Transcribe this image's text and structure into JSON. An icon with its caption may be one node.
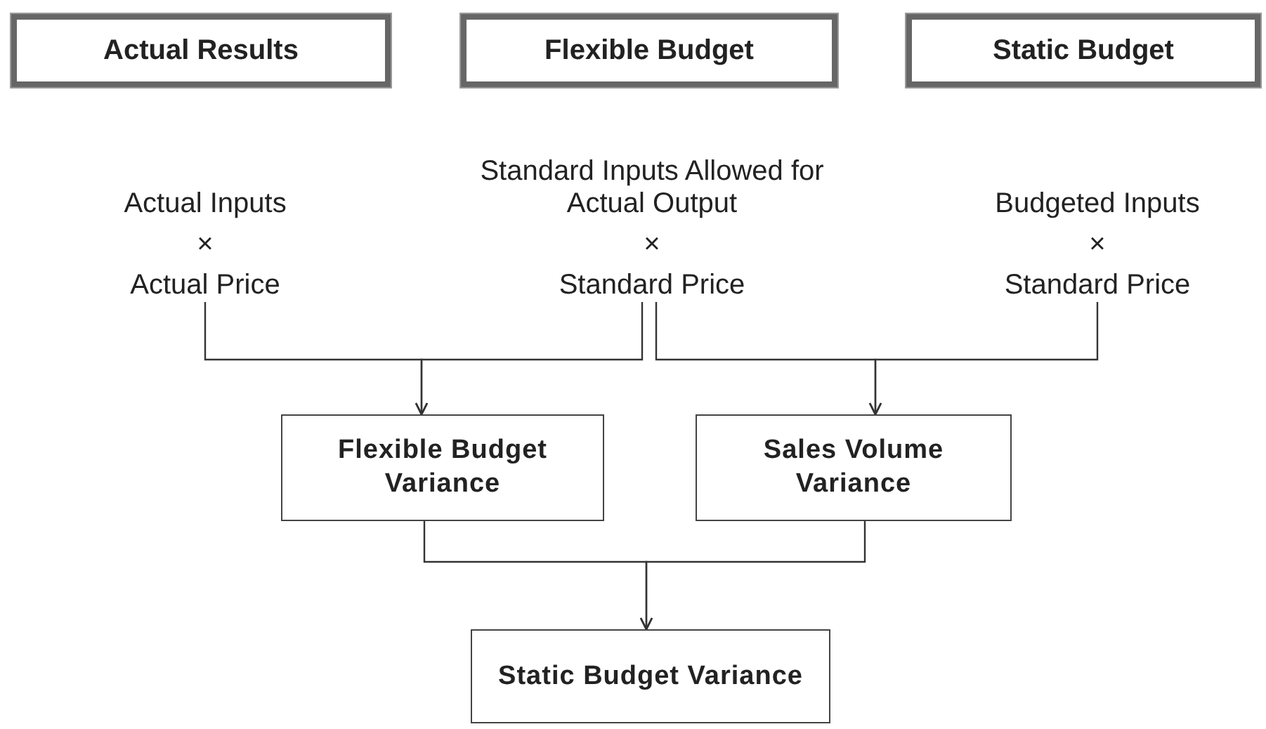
{
  "diagram": {
    "nodes": [
      {
        "text": [
          "Actual Results"
        ]
      },
      {
        "text": [
          "Flexible Budget"
        ]
      },
      {
        "text": [
          "Static Budget"
        ]
      },
      {
        "text": [
          "Actual Inputs",
          "×",
          "Actual Price"
        ]
      },
      {
        "text": [
          "Standard Inputs Allowed for Actual Output",
          "×",
          "Standard Price"
        ]
      },
      {
        "text": [
          "Budgeted Inputs",
          "×",
          "Standard Price"
        ]
      },
      {
        "text": [
          "Flexible Budget Variance"
        ]
      },
      {
        "text": [
          "Sales Volume Variance"
        ]
      },
      {
        "text": [
          "Static Budget Variance"
        ]
      }
    ],
    "edges": [
      {
        "from": 3,
        "to": 6,
        "arrow": "to"
      },
      {
        "from": 4,
        "to": 6,
        "arrow": "to"
      },
      {
        "from": 4,
        "to": 7,
        "arrow": "to"
      },
      {
        "from": 5,
        "to": 7,
        "arrow": "to"
      },
      {
        "from": 6,
        "to": 8,
        "arrow": "to"
      },
      {
        "from": 7,
        "to": 8,
        "arrow": "to"
      }
    ]
  }
}
